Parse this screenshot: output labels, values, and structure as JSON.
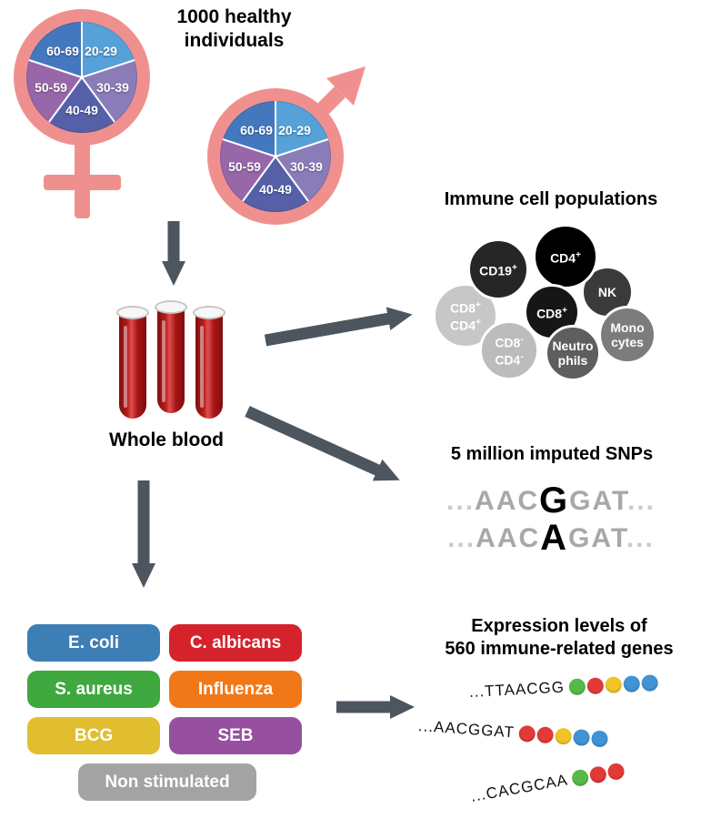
{
  "study": {
    "title_line1": "1000 healthy",
    "title_line2": "individuals"
  },
  "demographics": {
    "age_groups": [
      "20-29",
      "30-39",
      "40-49",
      "50-59",
      "60-69"
    ],
    "pie_colors": [
      "#55A1D8",
      "#8A7CB8",
      "#5560A8",
      "#9767A9",
      "#4478BE"
    ],
    "symbol_color": "#F0908E"
  },
  "blood": {
    "label": "Whole blood"
  },
  "immune": {
    "title": "Immune cell populations",
    "cells": [
      {
        "line1": "CD8",
        "sup1": "+",
        "line2": "CD4",
        "sup2": "+",
        "bg": "#C7C7C7",
        "fg": "#FFFFFF"
      },
      {
        "line1": "CD19",
        "sup1": "+",
        "bg": "#262626",
        "fg": "#FFFFFF"
      },
      {
        "line1": "NK",
        "bg": "#3A3A3A",
        "fg": "#FFFFFF"
      },
      {
        "line1": "CD4",
        "sup1": "+",
        "bg": "#000000",
        "fg": "#FFFFFF"
      },
      {
        "line1": "Mono",
        "line2": "cytes",
        "bg": "#7C7C7C",
        "fg": "#FFFFFF"
      },
      {
        "line1": "CD8",
        "sup1": "+",
        "bg": "#161616",
        "fg": "#FFFFFF"
      },
      {
        "line1": "CD8",
        "sup1": "-",
        "line2": "CD4",
        "sup2": "-",
        "bg": "#BCBCBC",
        "fg": "#FFFFFF"
      },
      {
        "line1": "Neutro",
        "line2": "phils",
        "bg": "#5E5E5E",
        "fg": "#FFFFFF"
      }
    ]
  },
  "snps": {
    "title": "5 million imputed SNPs",
    "sequences": [
      {
        "lead": "...",
        "pre": "AAC",
        "variant": "G",
        "post": "GAT",
        "trail": "..."
      },
      {
        "lead": "...",
        "pre": "AAC",
        "variant": "A",
        "post": "GAT",
        "trail": "..."
      }
    ]
  },
  "stimuli": {
    "items": [
      {
        "label": "E. coli",
        "color": "#3D7EB5"
      },
      {
        "label": "C. albicans",
        "color": "#D5232B"
      },
      {
        "label": "S. aureus",
        "color": "#3FA83F"
      },
      {
        "label": "Influenza",
        "color": "#F07818"
      },
      {
        "label": "BCG",
        "color": "#E0BE30"
      },
      {
        "label": "SEB",
        "color": "#9750A0"
      },
      {
        "label": "Non stimulated",
        "color": "#A3A3A3"
      }
    ]
  },
  "expression": {
    "title_line1": "Expression levels of",
    "title_line2": "560 immune-related genes",
    "rows": [
      {
        "sequence": "...TTAACGG",
        "beads": [
          "#57B947",
          "#E23B37",
          "#F0C429",
          "#4193D4",
          "#4193D4"
        ]
      },
      {
        "sequence": "...AACGGAT",
        "beads": [
          "#E23B37",
          "#E23B37",
          "#F0C429",
          "#4193D4",
          "#4193D4"
        ]
      },
      {
        "sequence": "...CACGCAA",
        "beads": [
          "#57B947",
          "#E23B37",
          "#E23B37"
        ]
      }
    ]
  },
  "arrows": {
    "color": "#4D565F"
  }
}
